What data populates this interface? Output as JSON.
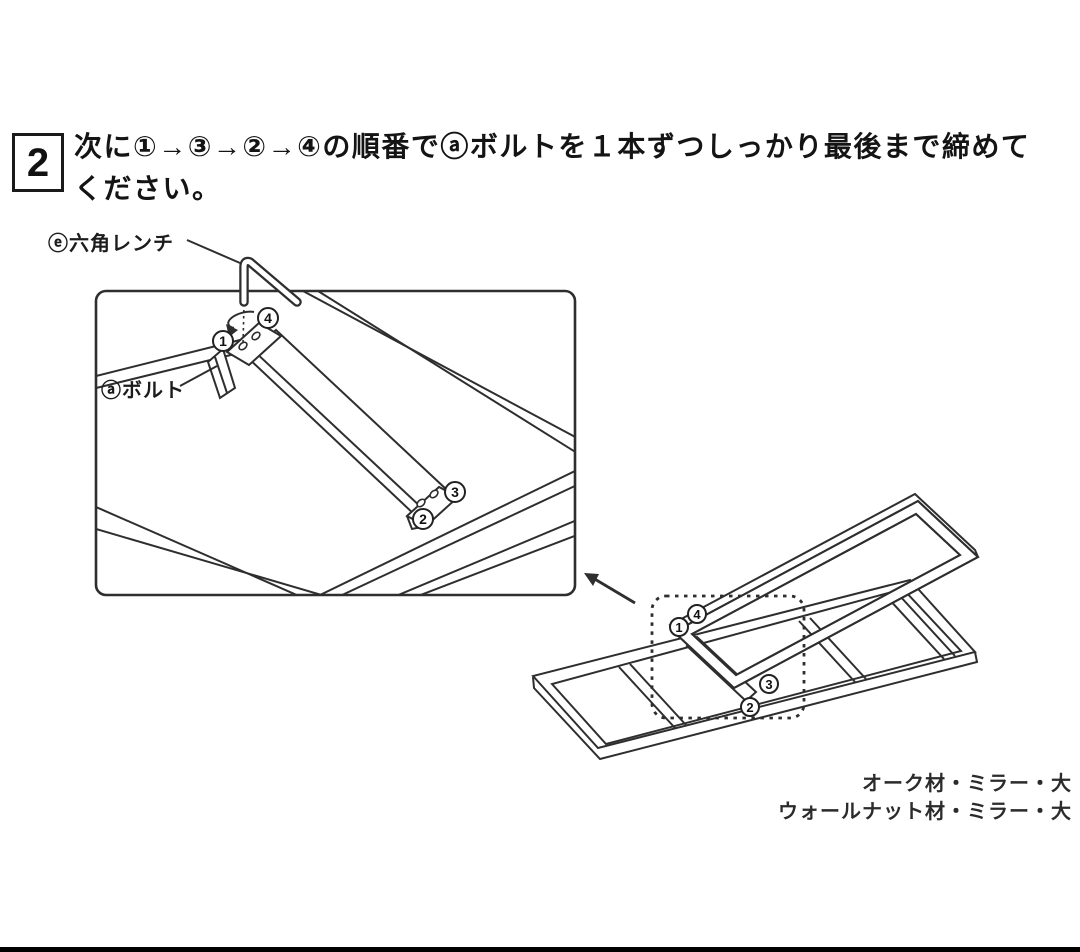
{
  "step": {
    "number": "2",
    "instruction_line1": "次に①→③→②→④の順番でⓐボルトを１本ずつしっかり最後まで締めて",
    "instruction_line2": "ください。"
  },
  "labels": {
    "hex_wrench": "ⓔ六角レンチ",
    "bolt": "ⓐボルト"
  },
  "badges": {
    "closeup": [
      "1",
      "4",
      "3",
      "2"
    ],
    "overview": [
      "1",
      "4",
      "3",
      "2"
    ]
  },
  "captions": {
    "line1": "オーク材・ミラー・大",
    "line2": "ウォールナット材・ミラー・大"
  },
  "colors": {
    "line": "#2e2e2e",
    "text": "#111111",
    "background": "#ffffff",
    "bottom_bar": "#000000"
  }
}
